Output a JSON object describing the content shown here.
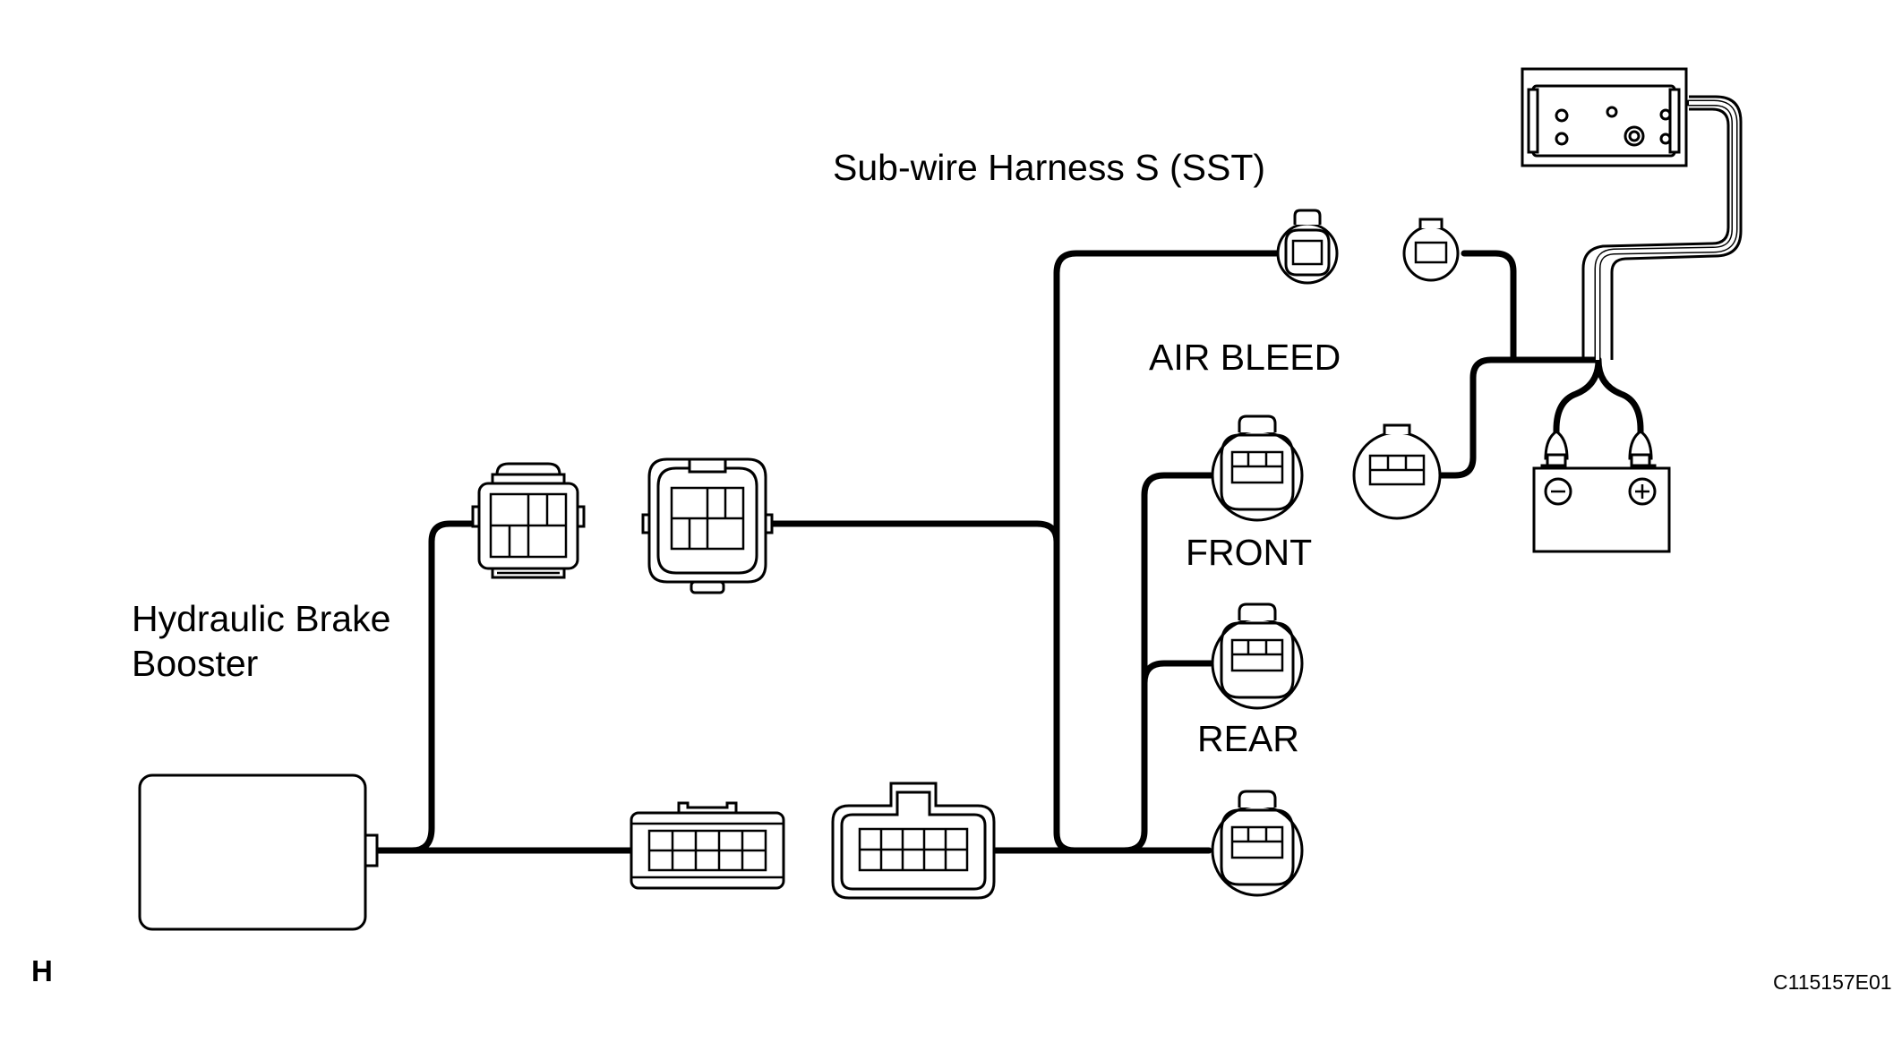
{
  "labels": {
    "sub_wire_harness": "Sub-wire Harness S (SST)",
    "air_bleed": "AIR BLEED",
    "front": "FRONT",
    "rear": "REAR",
    "hydraulic_brake_booster_line1": "Hydraulic Brake",
    "hydraulic_brake_booster_line2": "Booster",
    "corner_letter": "H",
    "figure_code": "C115157E01"
  },
  "battery_terminals": {
    "negative": "−",
    "positive": "+"
  },
  "icons": [
    "hydraulic-brake-booster-unit",
    "connector-icon",
    "switch-box-icon",
    "battery-icon"
  ]
}
